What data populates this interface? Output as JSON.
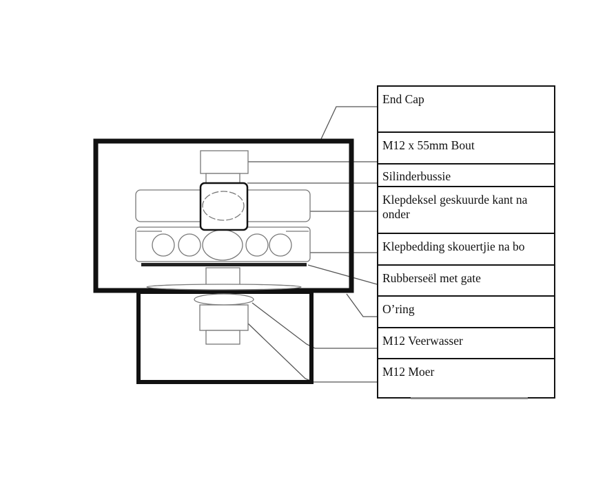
{
  "labels": [
    "End Cap",
    "M12 x 55mm Bout",
    "Silinderbussie",
    "Klepdeksel geskuurde kant na onder",
    "Klepbedding skouertjie na bo",
    "Rubberseël met gate",
    "O’ring",
    "M12 Veerwasser",
    "M12 Moer"
  ]
}
